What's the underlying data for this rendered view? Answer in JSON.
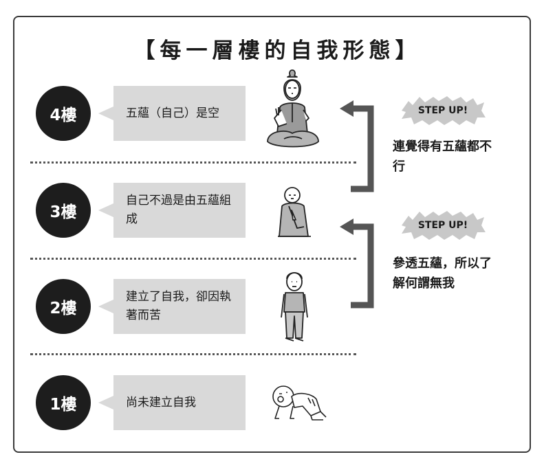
{
  "title": "【每一層樓的自我形態】",
  "floors": [
    {
      "label": "4樓",
      "text": "五蘊（自己）是空",
      "figure": "meditating-buddha-icon"
    },
    {
      "label": "3樓",
      "text": "自己不過是由五蘊組成",
      "figure": "praying-monk-icon"
    },
    {
      "label": "2樓",
      "text": "建立了自我，卻因執著而苦",
      "figure": "standing-boy-icon"
    },
    {
      "label": "1樓",
      "text": "尚未建立自我",
      "figure": "crawling-baby-icon"
    }
  ],
  "steps": [
    {
      "badge": "STEP UP!",
      "text": "連覺得有五蘊都不行"
    },
    {
      "badge": "STEP UP!",
      "text": "參透五蘊，所以了解何謂無我"
    }
  ],
  "colors": {
    "circle": "#1d1d1d",
    "bubble": "#d9d9d9",
    "arrow": "#555555",
    "badge": "#c8c8c8"
  }
}
